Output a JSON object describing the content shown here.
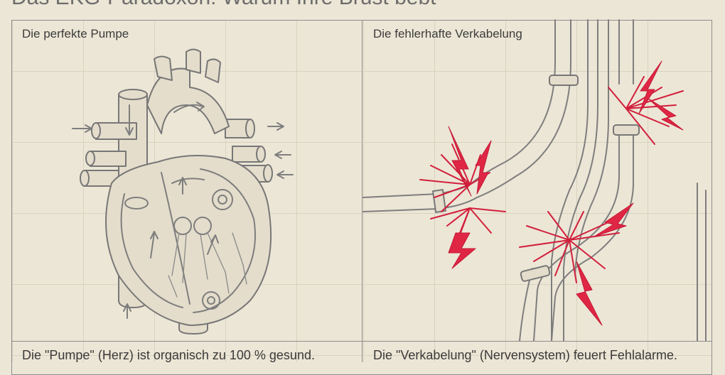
{
  "header": {
    "title": "Das EKG-Paradoxon: Warum Ihre Brust bebt"
  },
  "panels": [
    {
      "title": "Die perfekte Pumpe",
      "caption": "Die \"Pumpe\" (Herz) ist organisch zu 100 % gesund."
    },
    {
      "title": "Die fehlerhafte Verkabelung",
      "caption": "Die \"Verkabelung\" (Nervensystem) feuert Fehlalarme."
    }
  ],
  "colors": {
    "background": "#ece6d6",
    "line": "#7e7e7e",
    "grid": "#d9d2c0",
    "alarm_red": "#d21f3c"
  }
}
